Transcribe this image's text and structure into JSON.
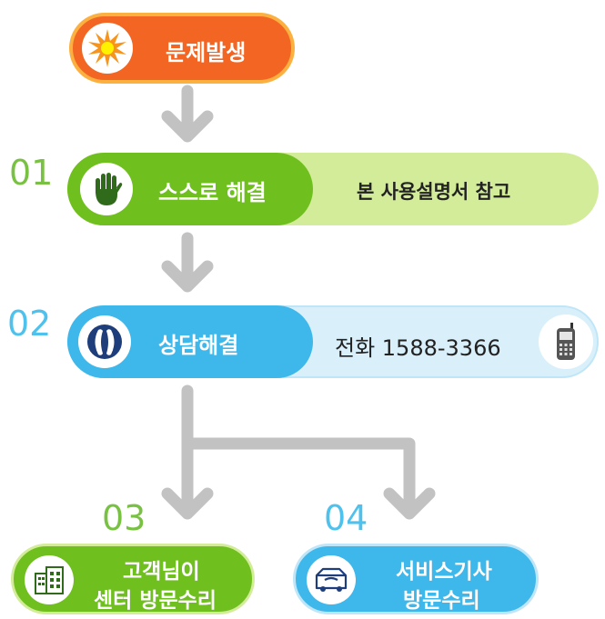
{
  "start": {
    "label": "문제발생",
    "icon": "burst-icon"
  },
  "steps": [
    {
      "number": "01",
      "title": "스스로 해결",
      "detail": "본 사용설명서 참고",
      "icon": "hand-icon"
    },
    {
      "number": "02",
      "title": "상담해결",
      "detail": "전화 1588-3366",
      "icon": "headset-icon",
      "side_icon": "mobile-phone-icon"
    },
    {
      "number": "03",
      "title_line1": "고객님이",
      "title_line2": "센터 방문수리",
      "icon": "building-icon"
    },
    {
      "number": "04",
      "title_line1": "서비스기사",
      "title_line2": "방문수리",
      "icon": "service-van-icon"
    }
  ],
  "colors": {
    "start_fill": "#f26522",
    "start_border": "#fbb040",
    "green_dark": "#6fbf1f",
    "green_light": "#d3ec9a",
    "green_number": "#79c142",
    "blue_dark": "#3eb7ea",
    "blue_light": "#d9f0fb",
    "blue_number": "#4ec1ec",
    "arrow": "#c2c2c2"
  }
}
